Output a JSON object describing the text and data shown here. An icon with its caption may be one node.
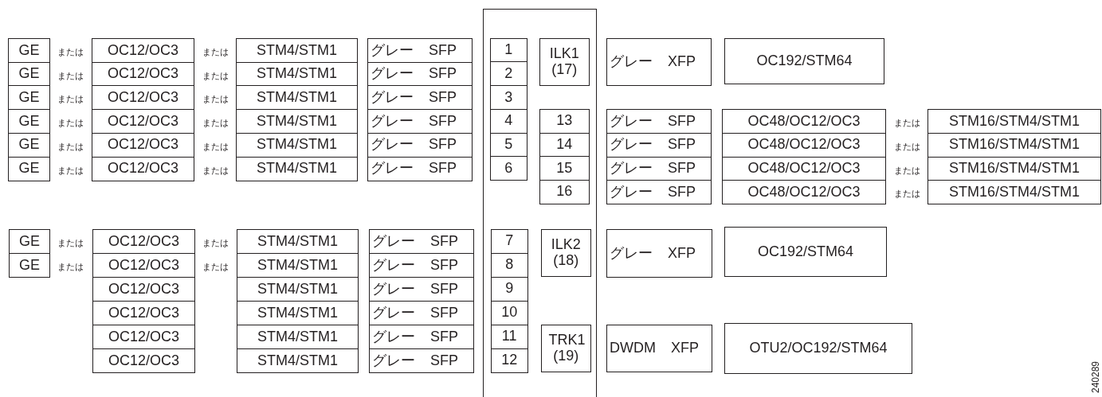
{
  "diagram": {
    "nodes": [
      {
        "text": [],
        "shape": "box"
      },
      {
        "text": [
          "GE"
        ]
      },
      {
        "text": [
          "OC12/OC3"
        ]
      },
      {
        "text": [
          "STM4/STM1"
        ]
      },
      {
        "text": [
          "グレー SFP"
        ]
      },
      {
        "text": [
          "1"
        ],
        "in": 0
      },
      {
        "text": [
          "GE"
        ]
      },
      {
        "text": [
          "OC12/OC3"
        ]
      },
      {
        "text": [
          "STM4/STM1"
        ]
      },
      {
        "text": [
          "グレー SFP"
        ]
      },
      {
        "text": [
          "2"
        ],
        "in": 0
      },
      {
        "text": [
          "GE"
        ]
      },
      {
        "text": [
          "OC12/OC3"
        ]
      },
      {
        "text": [
          "STM4/STM1"
        ]
      },
      {
        "text": [
          "グレー SFP"
        ]
      },
      {
        "text": [
          "3"
        ],
        "in": 0
      },
      {
        "text": [
          "GE"
        ]
      },
      {
        "text": [
          "OC12/OC3"
        ]
      },
      {
        "text": [
          "STM4/STM1"
        ]
      },
      {
        "text": [
          "グレー SFP"
        ]
      },
      {
        "text": [
          "4"
        ],
        "in": 0
      },
      {
        "text": [
          "GE"
        ]
      },
      {
        "text": [
          "OC12/OC3"
        ]
      },
      {
        "text": [
          "STM4/STM1"
        ]
      },
      {
        "text": [
          "グレー SFP"
        ]
      },
      {
        "text": [
          "5"
        ],
        "in": 0
      },
      {
        "text": [
          "GE"
        ]
      },
      {
        "text": [
          "OC12/OC3"
        ]
      },
      {
        "text": [
          "STM4/STM1"
        ]
      },
      {
        "text": [
          "グレー SFP"
        ]
      },
      {
        "text": [
          "6"
        ],
        "in": 0
      },
      {
        "text": [
          "ILK1 (17)"
        ],
        "in": 0
      },
      {
        "text": [
          "グレー XFP"
        ]
      },
      {
        "text": [
          "OC192/STM64"
        ]
      },
      {
        "text": [
          "13"
        ],
        "in": 0
      },
      {
        "text": [
          "グレー SFP"
        ]
      },
      {
        "text": [
          "OC48/OC12/OC3"
        ]
      },
      {
        "text": [
          "STM16/STM4/STM1"
        ]
      },
      {
        "text": [
          "14"
        ],
        "in": 0
      },
      {
        "text": [
          "グレー SFP"
        ]
      },
      {
        "text": [
          "OC48/OC12/OC3"
        ]
      },
      {
        "text": [
          "STM16/STM4/STM1"
        ]
      },
      {
        "text": [
          "15"
        ],
        "in": 0
      },
      {
        "text": [
          "グレー SFP"
        ]
      },
      {
        "text": [
          "OC48/OC12/OC3"
        ]
      },
      {
        "text": [
          "STM16/STM4/STM1"
        ]
      },
      {
        "text": [
          "16"
        ],
        "in": 0
      },
      {
        "text": [
          "グレー SFP"
        ]
      },
      {
        "text": [
          "OC48/OC12/OC3"
        ]
      },
      {
        "text": [
          "STM16/STM4/STM1"
        ]
      },
      {
        "text": [
          "GE"
        ]
      },
      {
        "text": [
          "OC12/OC3"
        ]
      },
      {
        "text": [
          "STM4/STM1"
        ]
      },
      {
        "text": [
          "グレー SFP"
        ]
      },
      {
        "text": [
          "7"
        ],
        "in": 0
      },
      {
        "text": [
          "GE"
        ]
      },
      {
        "text": [
          "OC12/OC3"
        ]
      },
      {
        "text": [
          "STM4/STM1"
        ]
      },
      {
        "text": [
          "グレー SFP"
        ]
      },
      {
        "text": [
          "8"
        ],
        "in": 0
      },
      {
        "text": [
          "OC12/OC3"
        ]
      },
      {
        "text": [
          "STM4/STM1"
        ]
      },
      {
        "text": [
          "グレー SFP"
        ]
      },
      {
        "text": [
          "9"
        ],
        "in": 0
      },
      {
        "text": [
          "OC12/OC3"
        ]
      },
      {
        "text": [
          "STM4/STM1"
        ]
      },
      {
        "text": [
          "グレー SFP"
        ]
      },
      {
        "text": [
          "10"
        ],
        "in": 0
      },
      {
        "text": [
          "OC12/OC3"
        ]
      },
      {
        "text": [
          "STM4/STM1"
        ]
      },
      {
        "text": [
          "グレー SFP"
        ]
      },
      {
        "text": [
          "11"
        ],
        "in": 0
      },
      {
        "text": [
          "OC12/OC3"
        ]
      },
      {
        "text": [
          "STM4/STM1"
        ]
      },
      {
        "text": [
          "グレー SFP"
        ]
      },
      {
        "text": [
          "12"
        ],
        "in": 0
      },
      {
        "text": [
          "ILK2 (18)"
        ],
        "in": 0
      },
      {
        "text": [
          "グレー XFP"
        ]
      },
      {
        "text": [
          "OC192/STM64"
        ]
      },
      {
        "text": [
          "TRK1 (19)"
        ],
        "in": 0
      },
      {
        "text": [
          "DWDM XFP"
        ]
      },
      {
        "text": [
          "OTU2/OC192/STM64"
        ]
      }
    ],
    "labels": [
      "または",
      "または",
      "または",
      "または",
      "または",
      "または",
      "または",
      "または",
      "または",
      "または",
      "または",
      "または",
      "または",
      "または",
      "または",
      "または",
      "または",
      "または",
      "または",
      "または",
      "240289"
    ]
  }
}
